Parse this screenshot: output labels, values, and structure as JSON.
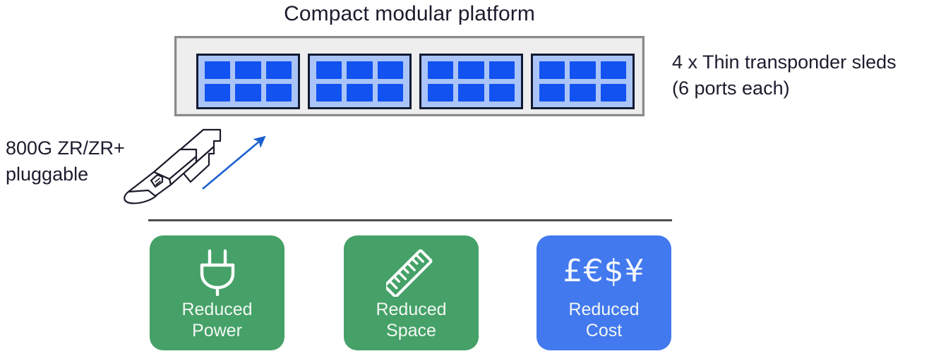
{
  "title": "Compact modular platform",
  "chassis": {
    "sled_count": 4,
    "ports_per_sled": 6,
    "port_rows": 2,
    "port_columns": 3,
    "body_color": "#eeeeee",
    "body_border_color": "#8a8a8a",
    "sled_fill_color": "#aac4f7",
    "sled_border_color": "#131a33",
    "port_color": "#1152f0"
  },
  "annotations": {
    "sleds_line1": "4 x Thin transponder sleds",
    "sleds_line2": "(6 ports each)",
    "pluggable_line1": "800G ZR/ZR+",
    "pluggable_line2": "pluggable",
    "arrow_color": "#1a5fd0",
    "module_outline_color": "#1b1b2b"
  },
  "divider": {
    "color": "#4d4d4d"
  },
  "benefits": [
    {
      "id": "power",
      "icon": "power-plug-icon",
      "label_line1": "Reduced",
      "label_line2": "Power",
      "color": "#45a167"
    },
    {
      "id": "space",
      "icon": "ruler-icon",
      "label_line1": "Reduced",
      "label_line2": "Space",
      "color": "#45a167"
    },
    {
      "id": "cost",
      "icon": "currency-symbols-icon",
      "glyphs": "£€$¥",
      "label_line1": "Reduced",
      "label_line2": "Cost",
      "color": "#4279ee"
    }
  ]
}
